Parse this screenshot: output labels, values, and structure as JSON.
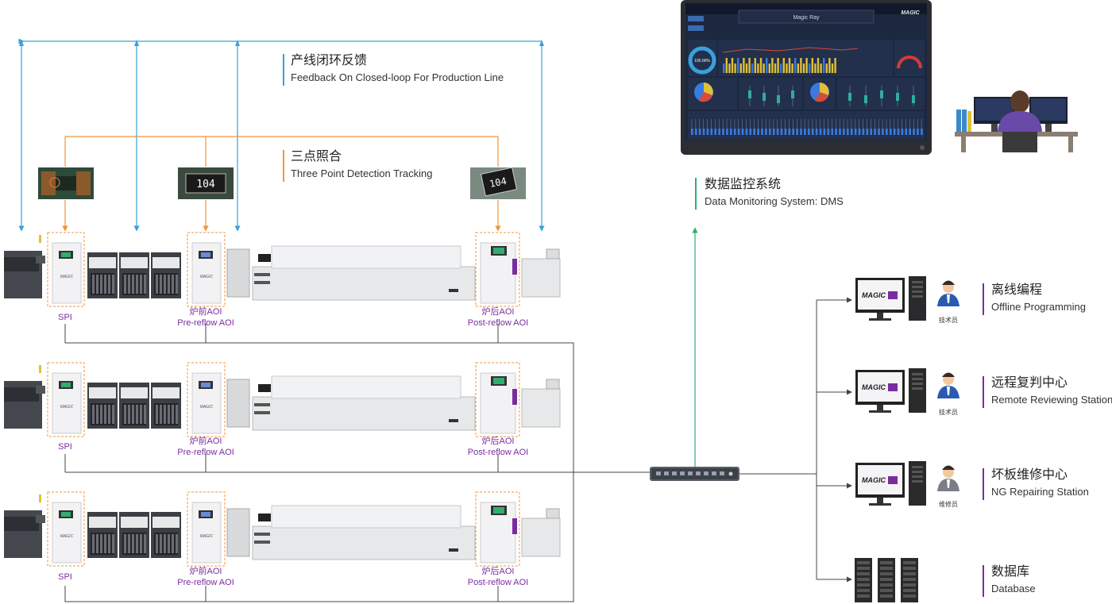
{
  "feedback": {
    "cn": "产线闭环反馈",
    "en": "Feedback On Closed-loop For Production Line"
  },
  "tracking": {
    "cn": "三点照合",
    "en": "Three Point Detection Tracking"
  },
  "dms": {
    "cn": "数据监控系统",
    "en": "Data Monitoring System: DMS"
  },
  "monitor": {
    "title": "Magic Ray",
    "brand": "MAGIC",
    "gauge_value": "100.00%"
  },
  "inspection_images": [
    "",
    "104",
    "104"
  ],
  "stations": {
    "spi": "SPI",
    "pre_cn": "炉前AOI",
    "pre_en": "Pre-reflow AOI",
    "post_cn": "炉后AOI",
    "post_en": "Post-reflow AOI"
  },
  "machine_brand": "MAGIC",
  "screen_brand": "MAGIC",
  "clients": [
    {
      "cn": "离线编程",
      "en": "Offline Programming",
      "role": "技术员"
    },
    {
      "cn": "远程复判中心",
      "en": "Remote Reviewing Station",
      "role": "技术员"
    },
    {
      "cn": "坏板维修中心",
      "en": "NG Repairing Station",
      "role": "维修员"
    },
    {
      "cn": "数据库",
      "en": "Database",
      "role": ""
    }
  ],
  "colors": {
    "feedback_line": "#3aa0dc",
    "tracking_line": "#f0953a",
    "dms_line": "#2fae6e",
    "network_line": "#444444",
    "station_text": "#7a2c9e"
  }
}
